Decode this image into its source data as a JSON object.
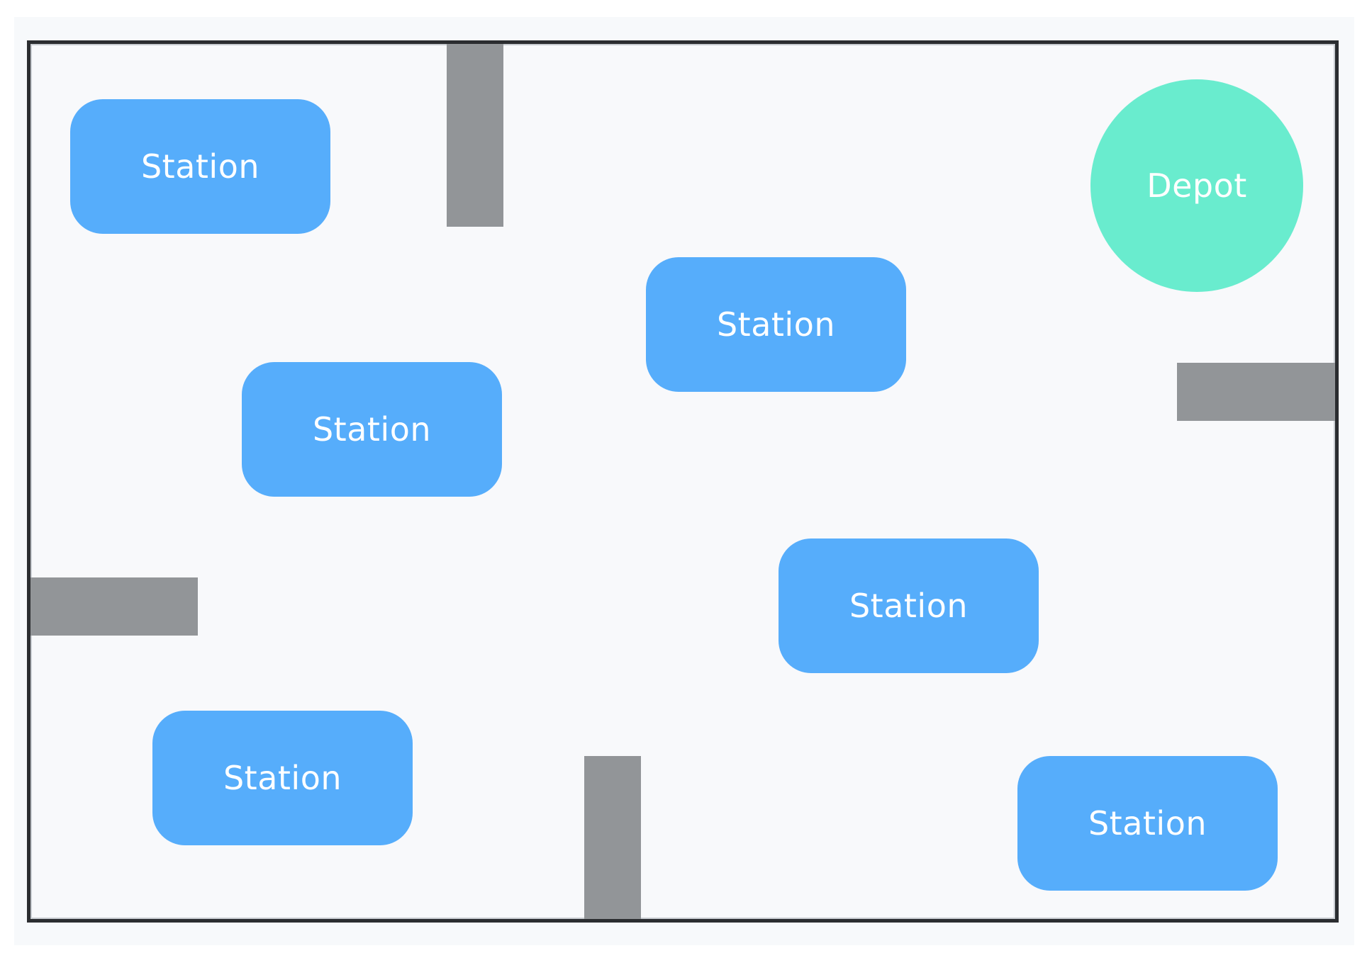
{
  "map": {
    "colors": {
      "station": "#56adfb",
      "depot": "#69ecce",
      "wall": "#929598",
      "border": "#2b2d30",
      "background": "#f8f9fb"
    },
    "stations": [
      {
        "label": "Station"
      },
      {
        "label": "Station"
      },
      {
        "label": "Station"
      },
      {
        "label": "Station"
      },
      {
        "label": "Station"
      },
      {
        "label": "Station"
      }
    ],
    "depot": {
      "label": "Depot"
    }
  }
}
